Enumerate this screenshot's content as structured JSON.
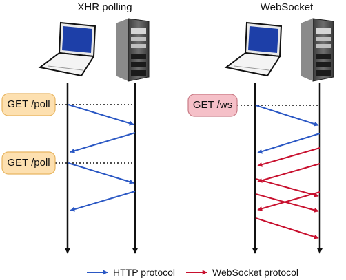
{
  "titles": {
    "left": "XHR polling",
    "right": "WebSocket"
  },
  "requests": {
    "poll_1": "GET /poll",
    "poll_2": "GET /poll",
    "ws": "GET /ws"
  },
  "legend": {
    "http": "HTTP protocol",
    "websocket": "WebSocket protocol"
  },
  "colors": {
    "http_arrow": "#2b58c4",
    "ws_arrow": "#c8102e",
    "poll_pill_fill": "#fde0b0",
    "poll_pill_stroke": "#e8b560",
    "ws_pill_fill": "#f5c0c8",
    "ws_pill_stroke": "#c97b86",
    "laptop_screen": "#1d3fa8",
    "server_body": "#5a5a5a",
    "timeline": "#111111"
  },
  "icons": [
    "laptop-icon",
    "server-icon",
    "laptop-icon",
    "server-icon"
  ]
}
